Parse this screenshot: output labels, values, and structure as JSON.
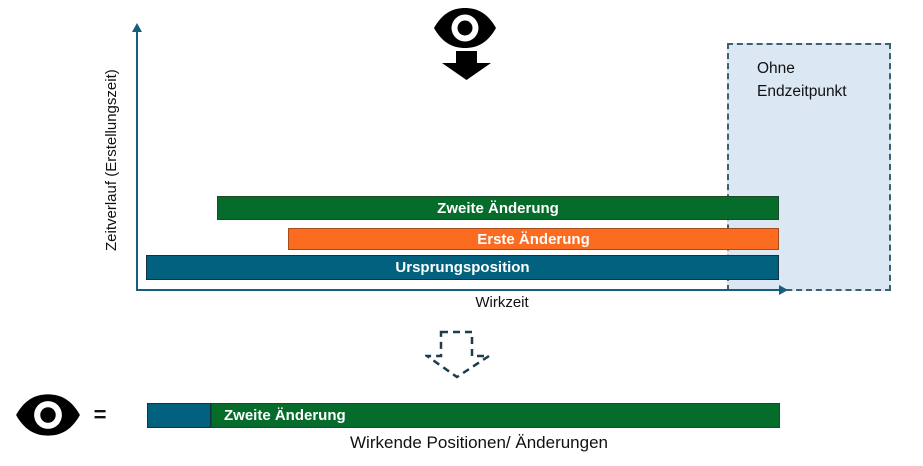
{
  "colors": {
    "green": "#066c2b",
    "orange": "#fb6b20",
    "teal": "#02617f",
    "axis": "#155f7d",
    "box_fill": "#dbe8f4",
    "box_border": "#3d5f70",
    "dashed_arrow": "#1d3d4f",
    "icon_black": "#000000"
  },
  "icons": {
    "top": "eye-icon",
    "top_arrow": "down-arrow-icon",
    "transform": "dashed-down-arrow-icon",
    "result": "eye-icon"
  },
  "chart": {
    "y_axis_label": "Zeitverlauf (Erstellungszeit)",
    "x_axis_label": "Wirkzeit",
    "bars": [
      {
        "label": "Zweite Änderung",
        "color": "#066c2b"
      },
      {
        "label": "Erste Änderung",
        "color": "#fb6b20"
      },
      {
        "label": "Ursprungsposition",
        "color": "#02617f"
      }
    ],
    "annotation_box": {
      "label": "Ohne Endzeitpunkt"
    }
  },
  "result": {
    "equals_sign": "=",
    "segments": [
      {
        "label": "",
        "color": "#02617f"
      },
      {
        "label": "Zweite Änderung",
        "color": "#066c2b"
      }
    ],
    "caption": "Wirkende Positionen/ Änderungen"
  }
}
